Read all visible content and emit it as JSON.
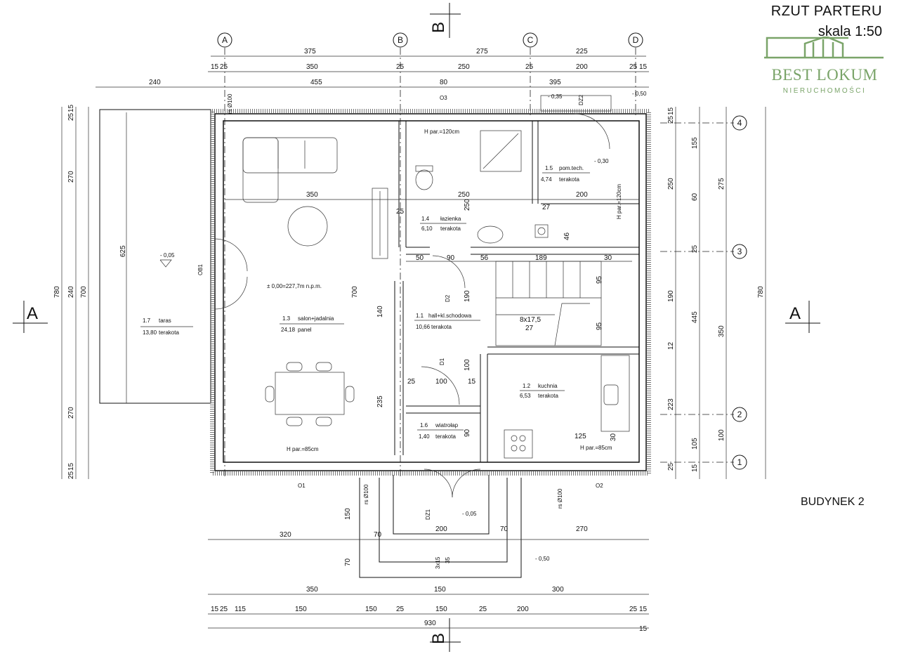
{
  "header": {
    "title": "RZUT PARTERU",
    "scale": "skala 1:50"
  },
  "logo": {
    "name": "BEST LOKUM",
    "sub": "NIERUCHOMOŚCI",
    "color": "#7aa469"
  },
  "building": "BUDYNEK 2",
  "axes": {
    "a": "A",
    "b": "B",
    "c": "C",
    "d": "D",
    "one": "1",
    "two": "2",
    "three": "3",
    "four": "4"
  },
  "sections": {
    "a": "A",
    "b": "B"
  },
  "rooms": {
    "terrace": {
      "num": "1.7",
      "name": "taras",
      "area": "13,80",
      "floor": "terakota",
      "level": "- 0,05"
    },
    "living": {
      "num": "1.3",
      "name": "salon+jadalnia",
      "area": "24,18",
      "floor": "panel",
      "level": "± 0,00=227,7m n.p.m."
    },
    "bathroom": {
      "num": "1.4",
      "name": "łazienka",
      "area": "6,10",
      "floor": "terakota"
    },
    "tech": {
      "num": "1.5",
      "name": "pom.tech.",
      "area": "4,74",
      "floor": "terakota",
      "level": "- 0,30"
    },
    "hall": {
      "num": "1.1",
      "name": "hall+kl.schodowa",
      "area": "10,66",
      "floor": "terakota"
    },
    "kitchen": {
      "num": "1.2",
      "name": "kuchnia",
      "area": "6,53",
      "floor": "terakota"
    },
    "vestibule": {
      "num": "1.6",
      "name": "wiatrołap",
      "area": "1,40",
      "floor": "terakota"
    }
  },
  "levels": {
    "top_left": "- 0,35",
    "top_right": "- 0,50",
    "entrance": "- 0,05",
    "bottom": "- 0,50"
  },
  "openings": {
    "o1": "O1",
    "o2": "O2",
    "o3": "O3",
    "ob1": "OB1",
    "d1": "D1",
    "d2": "D2",
    "dz1": "DZ1",
    "dz2": "DZ2"
  },
  "notes": {
    "sill_85": "H par.=85cm",
    "sill_120": "H par.=120cm",
    "rs": "rs Ø100",
    "stairs": "8x17,5",
    "stair_run": "27",
    "steps": "3x15",
    "step_rise": "35"
  },
  "dims_top": {
    "row1": [
      "375",
      "275",
      "225"
    ],
    "row2": [
      "15",
      "25",
      "350",
      "25",
      "250",
      "25",
      "200",
      "25",
      "15"
    ],
    "row3": [
      "240",
      "455",
      "80",
      "395"
    ]
  },
  "dims_bottom": {
    "row1": [
      "320",
      "70",
      "200",
      "70",
      "270"
    ],
    "row2": [
      "350",
      "150",
      "300"
    ],
    "row3": [
      "15",
      "25",
      "115",
      "150",
      "150",
      "25",
      "150",
      "25",
      "200",
      "25",
      "15"
    ],
    "total": [
      "930",
      "15"
    ],
    "entrance_v": [
      "150",
      "70"
    ]
  },
  "dims_left": {
    "outer": "780",
    "a": [
      "25",
      "15",
      "270",
      "240",
      "270",
      "15",
      "25"
    ],
    "b": "625",
    "c": "700"
  },
  "dims_right": {
    "outer": "780",
    "a": [
      "25",
      "15",
      "155",
      "60",
      "25",
      "190",
      "12",
      "223",
      "105",
      "15",
      "25"
    ],
    "b": [
      "275",
      "350",
      "100"
    ],
    "c": [
      "250",
      "445"
    ]
  },
  "dims_inner": [
    "350",
    "250",
    "200",
    "25",
    "27",
    "46",
    "50",
    "90",
    "56",
    "189",
    "30",
    "95",
    "95",
    "190",
    "140",
    "700",
    "235",
    "25",
    "100",
    "15",
    "100",
    "90",
    "125",
    "30",
    "250"
  ]
}
